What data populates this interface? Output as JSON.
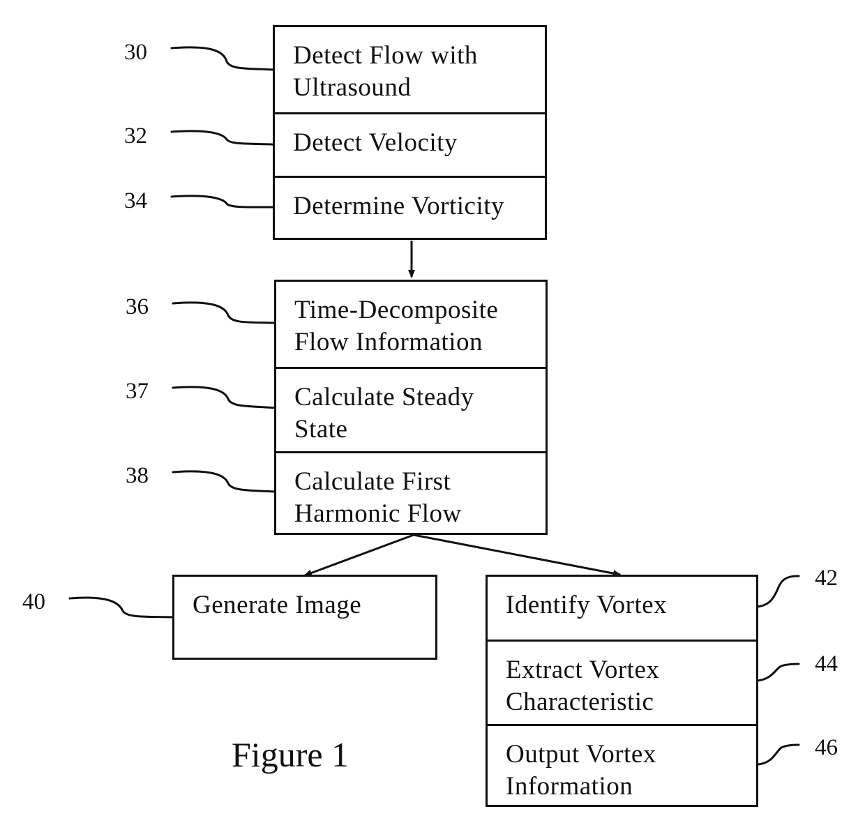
{
  "figure": {
    "title": "Figure 1"
  },
  "groups": {
    "top": {
      "steps": [
        {
          "ref": "30",
          "lines": [
            "Detect Flow with",
            "Ultrasound"
          ]
        },
        {
          "ref": "32",
          "lines": [
            "Detect Velocity"
          ]
        },
        {
          "ref": "34",
          "lines": [
            "Determine Vorticity"
          ]
        }
      ]
    },
    "middle": {
      "steps": [
        {
          "ref": "36",
          "lines": [
            "Time-Decomposite",
            "Flow Information"
          ]
        },
        {
          "ref": "37",
          "lines": [
            "Calculate Steady",
            "State"
          ]
        },
        {
          "ref": "38",
          "lines": [
            "Calculate First",
            "Harmonic Flow"
          ]
        }
      ]
    },
    "left": {
      "steps": [
        {
          "ref": "40",
          "lines": [
            "Generate Image"
          ]
        }
      ]
    },
    "right": {
      "steps": [
        {
          "ref": "42",
          "lines": [
            "Identify Vortex"
          ]
        },
        {
          "ref": "44",
          "lines": [
            "Extract Vortex",
            "Characteristic"
          ]
        },
        {
          "ref": "46",
          "lines": [
            "Output Vortex",
            "Information"
          ]
        }
      ]
    }
  },
  "edges": [
    {
      "from": "top",
      "to": "middle"
    },
    {
      "from": "middle",
      "to": "left"
    },
    {
      "from": "middle",
      "to": "right"
    }
  ]
}
